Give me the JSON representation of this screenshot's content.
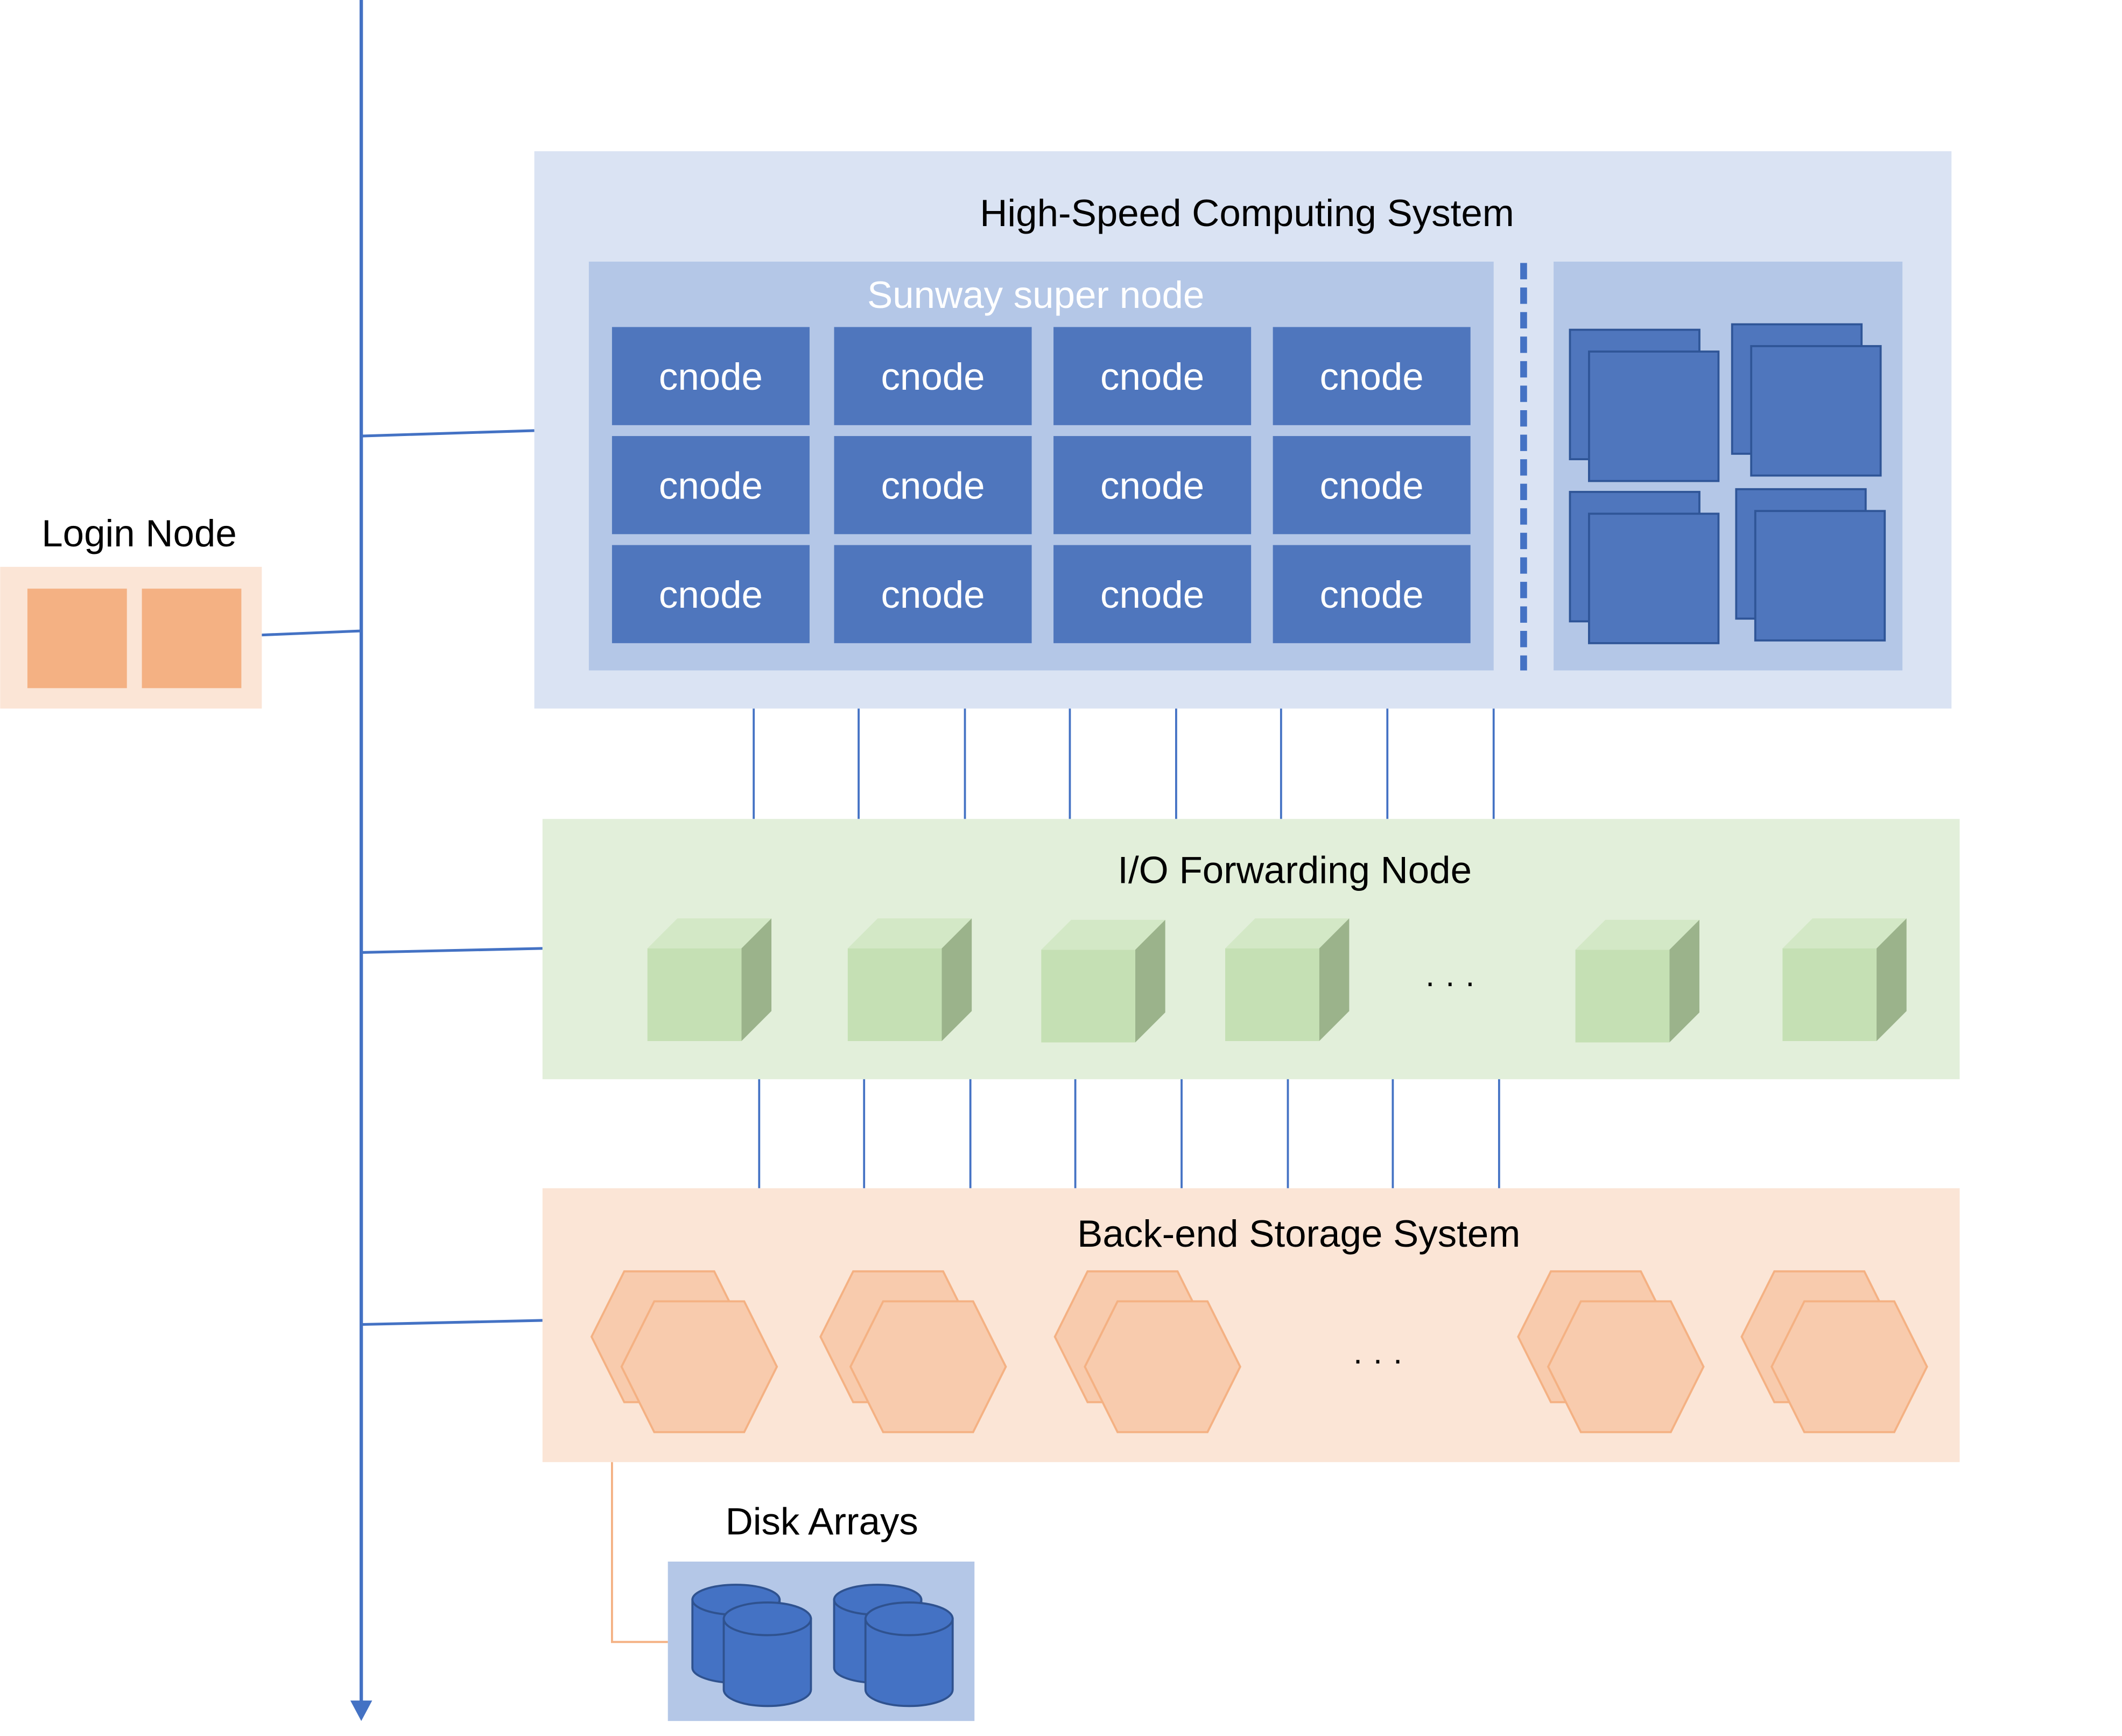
{
  "login_node": {
    "label": "Login Node"
  },
  "computing": {
    "title": "High-Speed Computing System",
    "supernode_label": "Sunway super node",
    "cnodes": [
      [
        "cnode",
        "cnode",
        "cnode",
        "cnode"
      ],
      [
        "cnode",
        "cnode",
        "cnode",
        "cnode"
      ],
      [
        "cnode",
        "cnode",
        "cnode",
        "cnode"
      ]
    ]
  },
  "io_forwarding": {
    "title": "I/O Forwarding Node",
    "ellipsis": "· · ·"
  },
  "storage": {
    "title": "Back-end Storage System",
    "ellipsis": "· · ·"
  },
  "disk_arrays": {
    "label": "Disk Arrays"
  },
  "colors": {
    "bus_line": "#4472c4",
    "computing_bg": "#dae3f3",
    "supernode_bg": "#b4c7e7",
    "cnode_fill": "#4f76bd",
    "io_bg": "#e2efda",
    "cube_front": "#c5e0b4",
    "cube_top": "#d3e8c6",
    "cube_side": "#9bb38b",
    "storage_bg": "#fbe5d6",
    "hex_fill": "#f8cbad",
    "hex_stroke": "#f4b183",
    "login_bg": "#fbe5d6",
    "login_block": "#f4b183",
    "disk_bg": "#b4c7e7",
    "disk_fill": "#4472c4",
    "disk_stroke": "#2f528f"
  }
}
